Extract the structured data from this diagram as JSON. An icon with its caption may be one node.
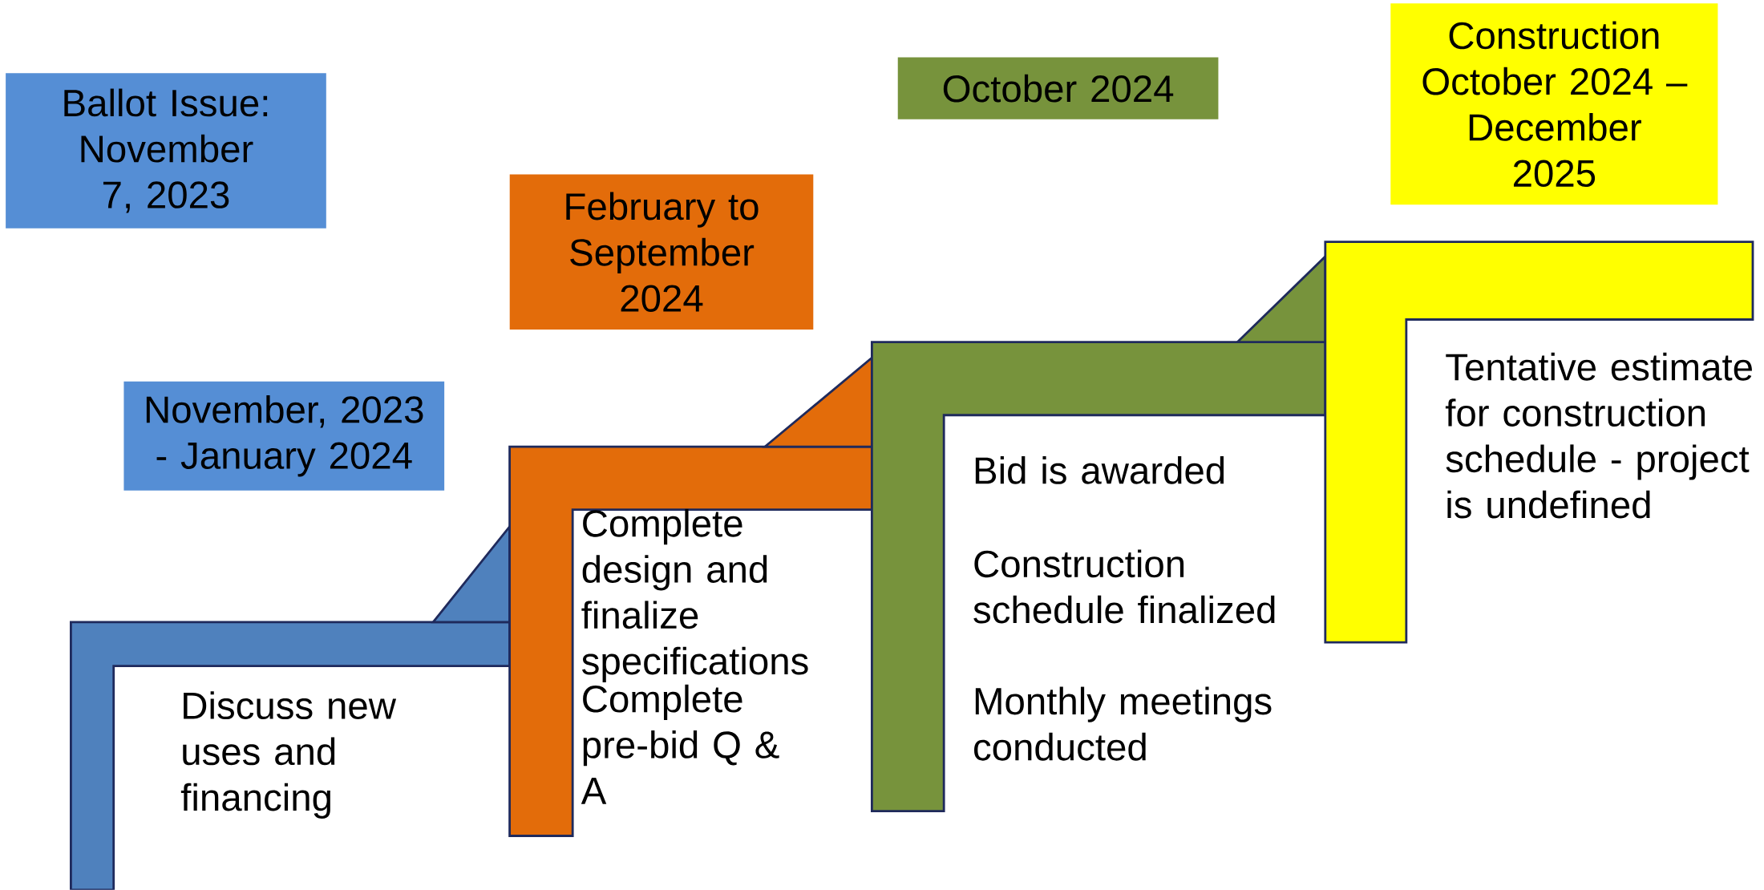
{
  "diagram": {
    "nodes": [
      {
        "text": [
          "Ballot Issue: November 7, 2023"
        ]
      },
      {
        "text": [
          "November, 2023 - January 2024"
        ]
      },
      {
        "text": [
          "February to September 2024"
        ]
      },
      {
        "text": [
          "October 2024"
        ]
      },
      {
        "text": [
          "Construction October 2024 – December 2025"
        ]
      },
      {
        "text": [
          "Discuss new uses and financing"
        ]
      },
      {
        "text": [
          "Complete design and finalize specifications",
          "Complete pre-bid Q & A"
        ]
      },
      {
        "text": [
          "Bid is awarded",
          "Construction schedule finalized",
          "Monthly meetings conducted"
        ]
      },
      {
        "text": [
          "Tentative estimate for construction schedule - project is undefined"
        ]
      }
    ],
    "edges": []
  }
}
